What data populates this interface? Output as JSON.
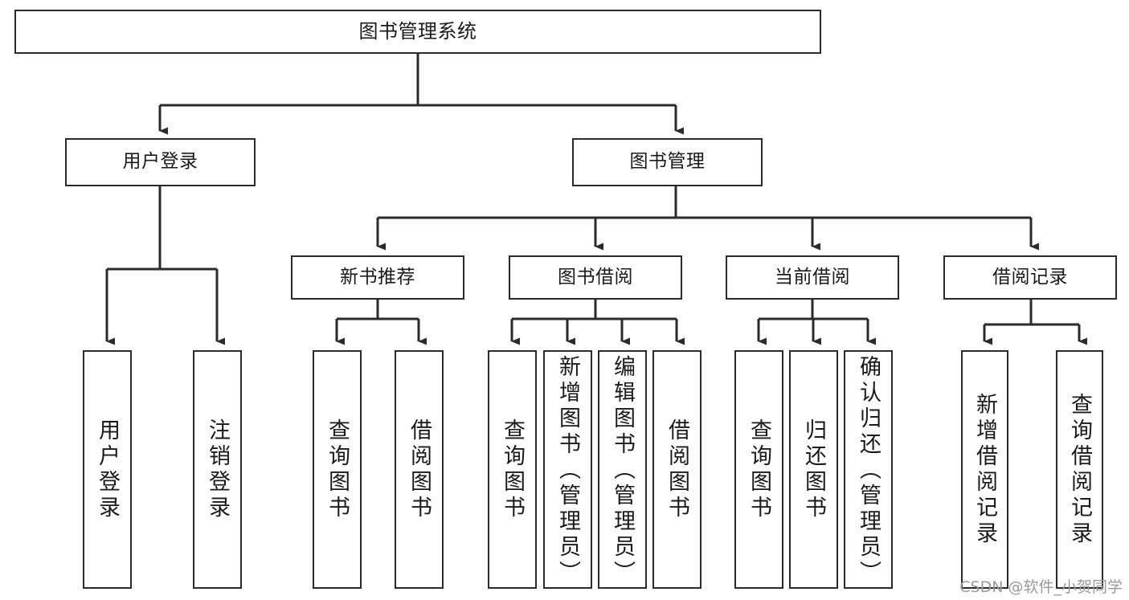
{
  "diagram": {
    "title": "图书管理系统",
    "type": "hierarchy-tree",
    "background_color": "#ffffff",
    "line_color": "#2b2b2b",
    "text_color": "#1a1a1a",
    "watermark": "CSDN @软件_小贺同学"
  },
  "root": {
    "label": "图书管理系统"
  },
  "level1": [
    {
      "label": "用户登录"
    },
    {
      "label": "图书管理"
    }
  ],
  "level2": [
    {
      "label": "新书推荐"
    },
    {
      "label": "图书借阅"
    },
    {
      "label": "当前借阅"
    },
    {
      "label": "借阅记录"
    }
  ],
  "leaves": {
    "user_login": [
      {
        "label": "用户登录"
      },
      {
        "label": "注销登录"
      }
    ],
    "new_book_recommend": [
      {
        "label": "查询图书"
      },
      {
        "label": "借阅图书"
      }
    ],
    "book_borrow": [
      {
        "label": "查询图书"
      },
      {
        "label": "新增图书（管理员）"
      },
      {
        "label": "编辑图书（管理员）"
      },
      {
        "label": "借阅图书"
      }
    ],
    "current_borrow": [
      {
        "label": "查询图书"
      },
      {
        "label": "归还图书"
      },
      {
        "label": "确认归还（管理员）"
      }
    ],
    "borrow_record": [
      {
        "label": "新增借阅记录"
      },
      {
        "label": "查询借阅记录"
      }
    ]
  }
}
